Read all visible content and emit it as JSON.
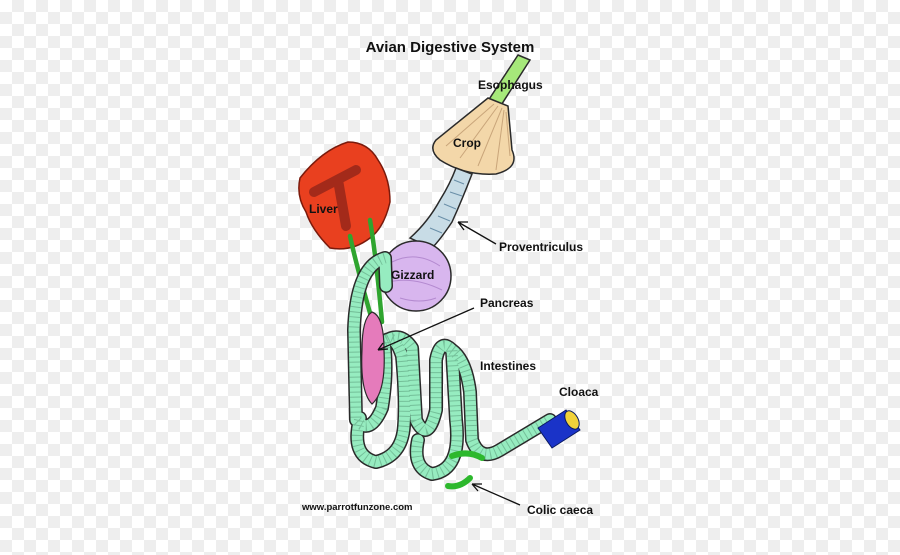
{
  "title": "Avian Digestive System",
  "labels": {
    "esophagus": "Esophagus",
    "crop": "Crop",
    "liver": "Liver",
    "proventriculus": "Proventriculus",
    "gizzard": "Gizzard",
    "pancreas": "Pancreas",
    "intestines": "Intestines",
    "cloaca": "Cloaca",
    "colic_caeca": "Colic caeca"
  },
  "credit": "www.parrotfunzone.com",
  "colors": {
    "esophagus": "#a6e87a",
    "crop": "#f3d7a9",
    "liver": "#e9401f",
    "liver_duct": "#a32a1a",
    "bile_duct": "#2fa52f",
    "proventriculus": "#c8dce6",
    "gizzard": "#d8b6ee",
    "pancreas": "#e57bbb",
    "intestine": "#96ecc0",
    "cloaca": "#1a33c8",
    "cloaca_opening": "#f2d23a",
    "caeca": "#2db82d"
  }
}
